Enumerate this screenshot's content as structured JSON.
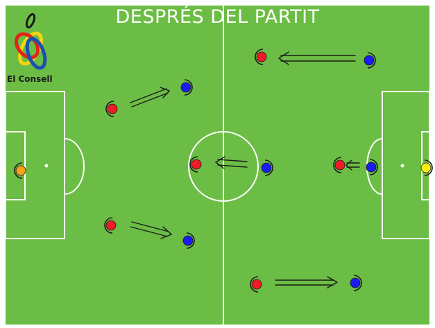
{
  "title": "DESPRÉS DEL PARTIT",
  "logo": {
    "text": "El Consell"
  },
  "colors": {
    "field": "#6cbd45",
    "lines": "#ffffff",
    "team_red": "#ee1c25",
    "team_blue": "#1c1cf0",
    "keeper_left": "#f7a21b",
    "keeper_right": "#f7ee10",
    "logo_yellow": "#f4d712",
    "logo_red": "#e2231a",
    "logo_blue": "#1a4fb3"
  },
  "players": [
    {
      "team": "red",
      "role": "player",
      "label": "red-player"
    },
    {
      "team": "blue",
      "role": "player",
      "label": "blue-player"
    },
    {
      "team": "keeper_left",
      "role": "goalkeeper",
      "label": "left-goalkeeper"
    },
    {
      "team": "keeper_right",
      "role": "goalkeeper",
      "label": "right-goalkeeper"
    }
  ],
  "icons": [
    "logo-icon",
    "movement-arrow-icon"
  ]
}
